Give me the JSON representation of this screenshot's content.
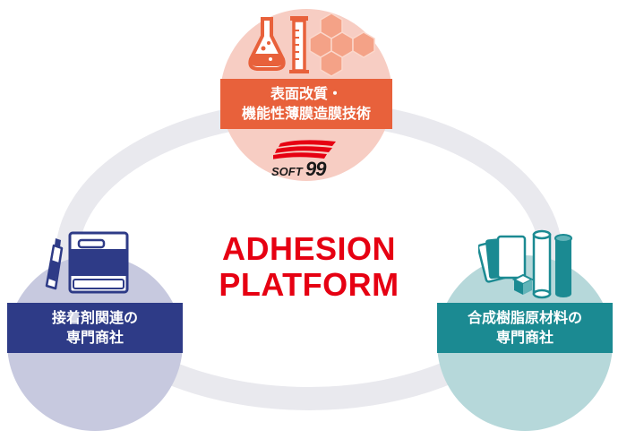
{
  "center_title": {
    "line1": "ADHESION",
    "line2": "PLATFORM"
  },
  "top_node": {
    "line1": "表面改質・",
    "line2": "機能性薄膜造膜技術",
    "logo_text": "SOFT",
    "logo_number": "99"
  },
  "left_node": {
    "line1": "接着剤関連の",
    "line2": "専門商社"
  },
  "right_node": {
    "line1": "合成樹脂原材料の",
    "line2": "専門商社"
  },
  "colors": {
    "accent_red": "#e60012",
    "top_band": "#e8613b",
    "top_circle": "#f7cdc3",
    "left_band": "#2e3b87",
    "left_circle": "#c7c9df",
    "right_band": "#1b8a92",
    "right_circle": "#b6d8da",
    "ring": "#e9e9ee"
  },
  "icons": [
    "flask-icon",
    "test-tube-icon",
    "hexagon-molecule-icon",
    "adhesive-tube-icon",
    "adhesive-can-icon",
    "resin-sheets-icon",
    "resin-rolls-icon",
    "cube-icon"
  ]
}
